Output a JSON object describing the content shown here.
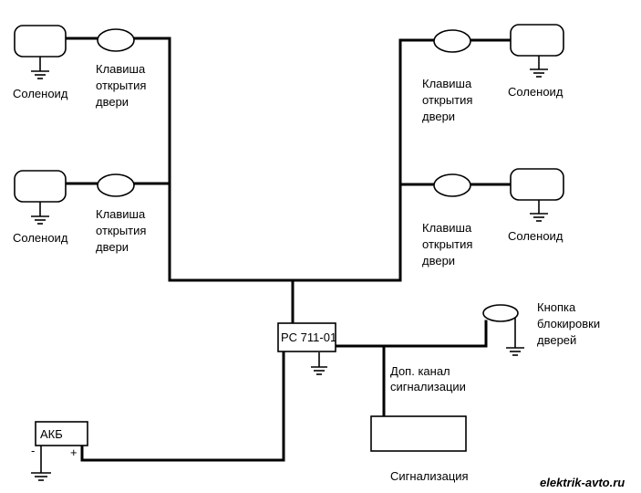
{
  "labels": {
    "solenoid": "Соленоид",
    "door_key_1": "Клавиша",
    "door_key_2": "открытия",
    "door_key_3": "двери",
    "relay": "PC 711-01",
    "extra_channel_1": "Доп. канал",
    "extra_channel_2": "сигнализации",
    "lock_button_1": "Кнопка",
    "lock_button_2": "блокировки",
    "lock_button_3": "дверей",
    "battery": "АКБ",
    "battery_minus": "-",
    "battery_plus": "+",
    "alarm": "Сигнализация",
    "watermark": "elektrik-avto.ru"
  },
  "nodes": {
    "solenoids": [
      "front-left",
      "rear-left",
      "front-right",
      "rear-right"
    ],
    "door_keys": [
      "front-left",
      "rear-left",
      "front-right",
      "rear-right"
    ]
  }
}
